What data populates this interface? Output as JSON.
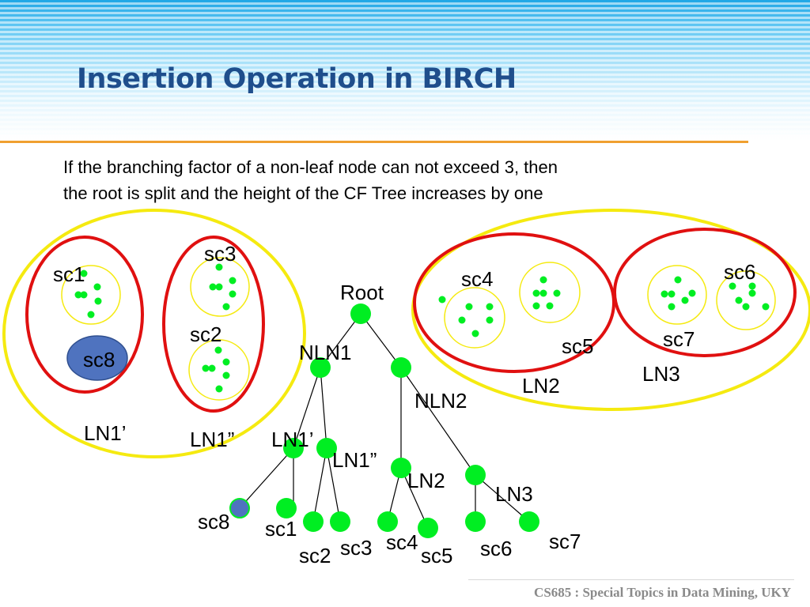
{
  "slide": {
    "title": "Insertion Operation in BIRCH",
    "caption_line1": "If the branching factor of a non-leaf node can not exceed 3, then",
    "caption_line2": "the root is split and the height of the CF Tree increases by one",
    "footer": "CS685 : Special Topics in Data Mining, UKY"
  },
  "colors": {
    "title": "#1f4e8c",
    "accent_rule": "#f0a030",
    "node_green": "#00ee22",
    "subcluster_blue": "#4f73bf",
    "leaf_outline_red": "#e01010",
    "nonleaf_outline_yellow": "#f5ea10"
  },
  "diagram": {
    "cluster_labels": {
      "sc1": "sc1",
      "sc2": "sc2",
      "sc3": "sc3",
      "sc4": "sc4",
      "sc5": "sc5",
      "sc6": "sc6",
      "sc7": "sc7",
      "sc8": "sc8",
      "ln1p": "LN1’",
      "ln1pp": "LN1”",
      "ln2": "LN2",
      "ln3": "LN3"
    },
    "tree_labels": {
      "root": "Root",
      "nln1": "NLN1",
      "nln2": "NLN2",
      "ln1p": "LN1’",
      "ln1pp": "LN1”",
      "ln2": "LN2",
      "ln3": "LN3",
      "sc8": "sc8",
      "sc1": "sc1",
      "sc2": "sc2",
      "sc3": "sc3",
      "sc4": "sc4",
      "sc5": "sc5",
      "sc6": "sc6",
      "sc7": "sc7"
    }
  }
}
